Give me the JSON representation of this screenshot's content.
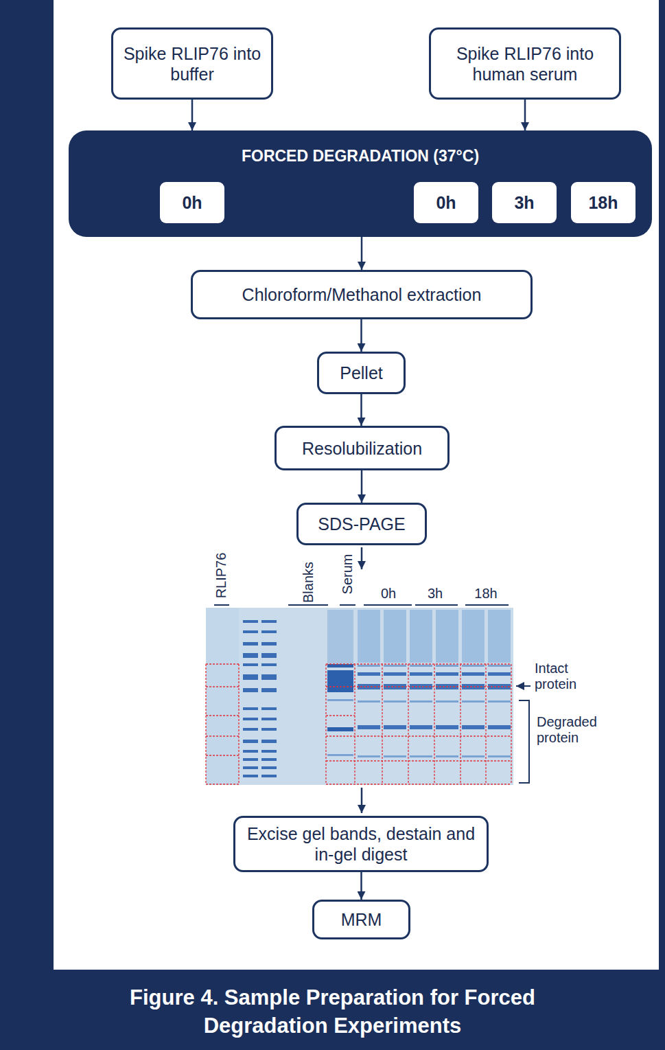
{
  "diagram": {
    "caption": "Figure 4. Sample Preparation for Forced Degradation Experiments",
    "nodes": [
      {
        "text": [
          "Spike RLIP76 into buffer"
        ]
      },
      {
        "text": [
          "Spike RLIP76 into human serum"
        ]
      },
      {
        "text": [
          "FORCED DEGRADATION (37°C)"
        ]
      },
      {
        "text": [
          "0h"
        ],
        "in": 2
      },
      {
        "text": [
          "0h"
        ],
        "in": 2
      },
      {
        "text": [
          "3h"
        ],
        "in": 2
      },
      {
        "text": [
          "18h"
        ],
        "in": 2
      },
      {
        "text": [
          "Chloroform/Methanol extraction"
        ]
      },
      {
        "text": [
          "Pellet"
        ]
      },
      {
        "text": [
          "Resolubilization"
        ]
      },
      {
        "text": [
          "SDS-PAGE"
        ]
      },
      {
        "text": [
          "Excise gel bands, destain and in-gel digest"
        ]
      },
      {
        "text": [
          "MRM"
        ]
      }
    ],
    "edges": [
      {
        "from": 0,
        "to": 2,
        "arrow": "to"
      },
      {
        "from": 1,
        "to": 2,
        "arrow": "to"
      },
      {
        "from": 2,
        "to": 7,
        "arrow": "to"
      },
      {
        "from": 7,
        "to": 8,
        "arrow": "to"
      },
      {
        "from": 8,
        "to": 9,
        "arrow": "to"
      },
      {
        "from": 9,
        "to": 10,
        "arrow": "to"
      },
      {
        "from": 11,
        "to": 12,
        "arrow": "to"
      }
    ],
    "labels": [
      "RLIP76",
      "Blanks",
      "Serum",
      "0h",
      "3h",
      "18h",
      "Intact protein",
      "Degraded protein"
    ]
  }
}
